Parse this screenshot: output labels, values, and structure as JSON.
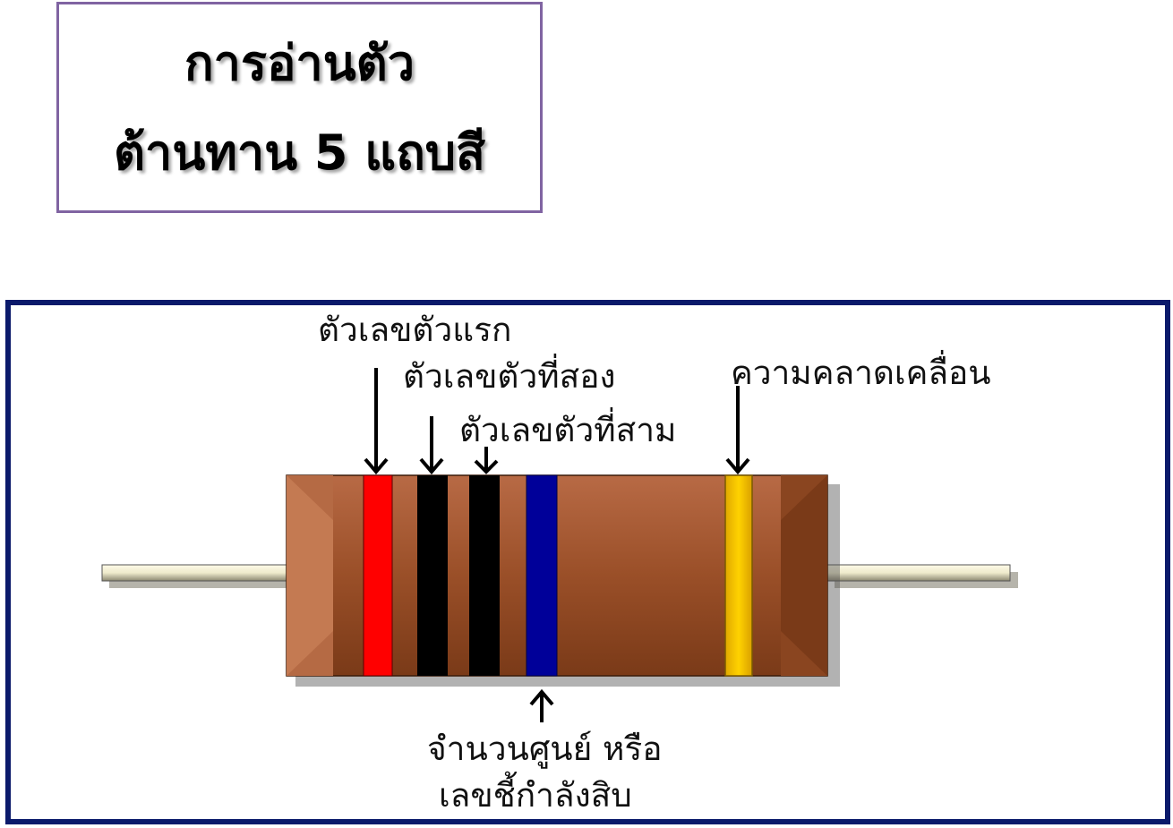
{
  "title": {
    "line1": "การอ่านตัว",
    "line2": "ต้านทาน 5 แถบสี"
  },
  "diagram": {
    "labels": {
      "first_digit": "ตัวเลขตัวแรก",
      "second_digit": "ตัวเลขตัวที่สอง",
      "third_digit": "ตัวเลขตัวที่สาม",
      "tolerance": "ความคลาดเคลื่อน",
      "multiplier_line1": "จำนวนศูนย์ หรือ",
      "multiplier_line2": "เลขชี้กำลังสิบ"
    },
    "colors": {
      "frame": "#0b1a6b",
      "title_border": "#8064a2",
      "resistor_body": "#a0522d",
      "band_first_digit": "#ff0000",
      "band_second_digit": "#000000",
      "band_third_digit": "#000000",
      "band_multiplier": "#000099",
      "band_tolerance": "#ffcc00",
      "lead": "#eeeacb"
    }
  }
}
